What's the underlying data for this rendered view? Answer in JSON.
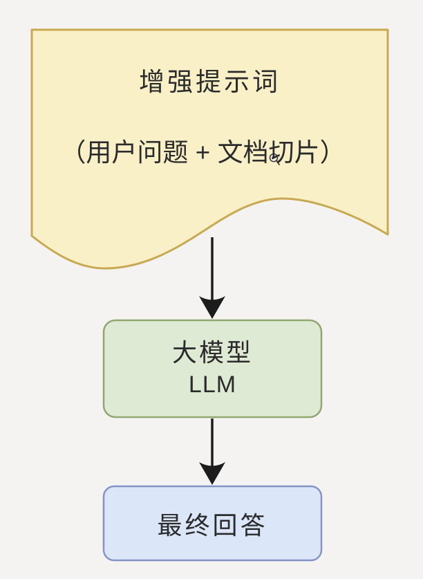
{
  "page": {
    "background": "#F4F3F1"
  },
  "diagram": {
    "text_color": "#2B2B2B",
    "document_node": {
      "type": "document-shape",
      "line1": "增强提示词",
      "line2": "（用户问题 + 文档切片）",
      "fill": "#FAF0C8",
      "stroke": "#C8A851"
    },
    "llm_node": {
      "type": "rounded-rectangle",
      "line1": "大模型",
      "line2": "LLM",
      "fill": "#DFEAD5",
      "stroke": "#8FA671"
    },
    "answer_node": {
      "type": "rounded-rectangle",
      "label": "最终回答",
      "fill": "#DBE6F9",
      "stroke": "#8494C7"
    },
    "arrows": {
      "color": "#1C1C1C"
    },
    "cursor": {
      "icon": "zoom-out-magnifier",
      "stroke": "#3A3A3A"
    }
  }
}
